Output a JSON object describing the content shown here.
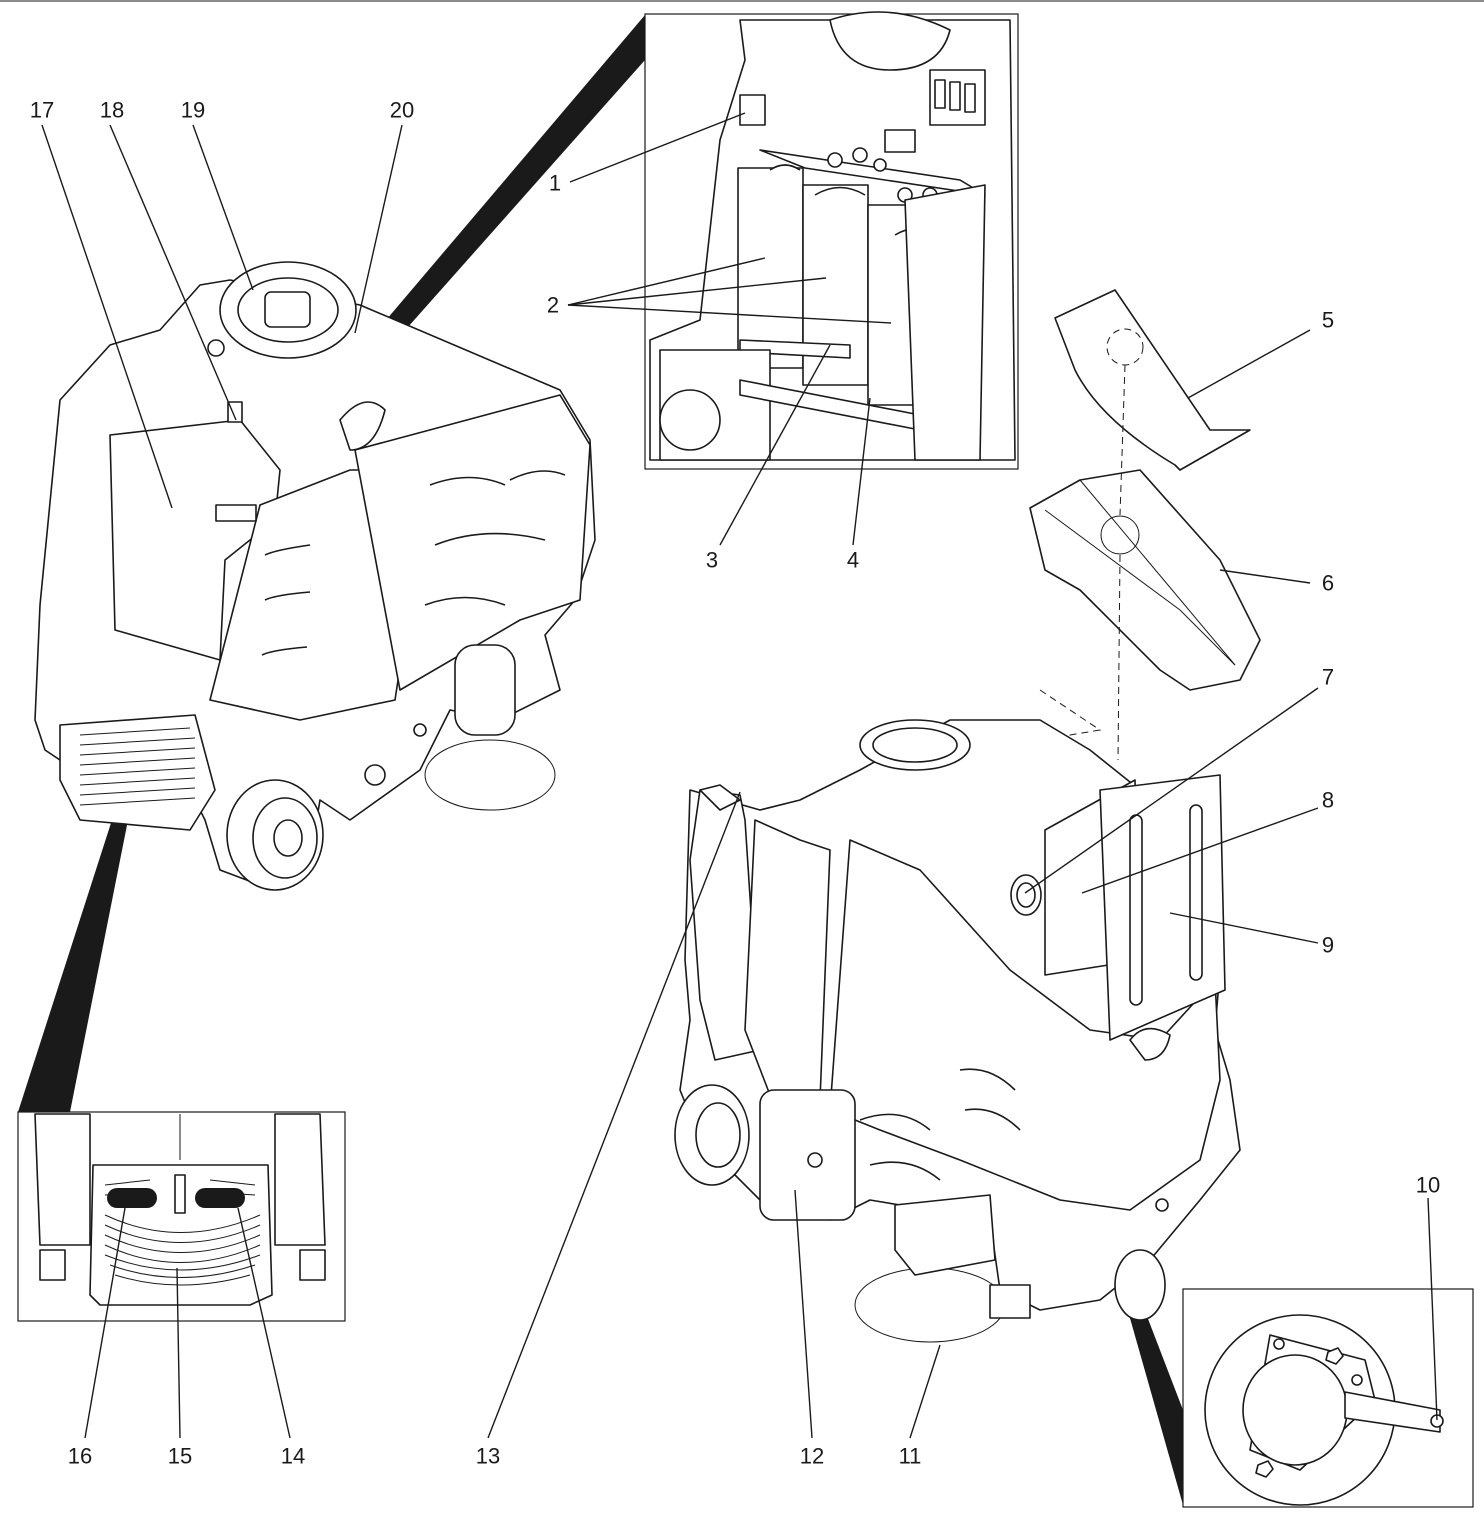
{
  "figure": {
    "type": "exploded-parts-diagram",
    "line_color": "#1a1a1a",
    "background": "#ffffff"
  },
  "callouts": [
    "1",
    "2",
    "3",
    "4",
    "5",
    "6",
    "7",
    "8",
    "9",
    "10",
    "11",
    "12",
    "13",
    "14",
    "15",
    "16",
    "17",
    "18",
    "19",
    "20"
  ]
}
